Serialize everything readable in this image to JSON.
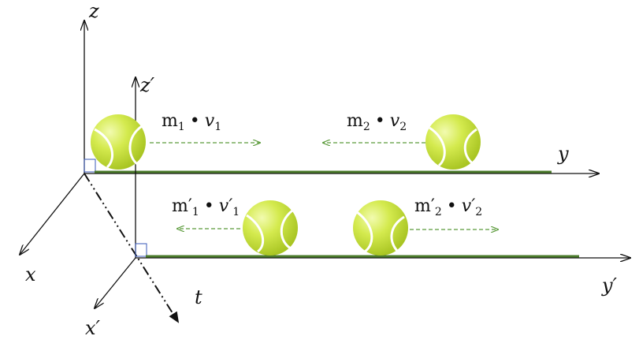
{
  "axes": {
    "upper": {
      "vertical": "z",
      "horizontal": "y",
      "depth": "x"
    },
    "lower": {
      "vertical": "z′",
      "horizontal": "y′",
      "depth": "x′"
    },
    "time": "t"
  },
  "labels": {
    "upper_left": {
      "mass": "m",
      "sub": "1",
      "dot": "•",
      "vel": "v",
      "vsub": "1"
    },
    "upper_right": {
      "mass": "m",
      "sub": "2",
      "dot": "•",
      "vel": "v",
      "vsub": "2"
    },
    "lower_left": {
      "mass": "m′",
      "sub": "1",
      "dot": "•",
      "vel": "v′",
      "vsub": "1"
    },
    "lower_right": {
      "mass": "m′",
      "sub": "2",
      "dot": "•",
      "vel": "v′",
      "vsub": "2"
    }
  },
  "colors": {
    "axis": "#111111",
    "floor_line": "#4a7a2a",
    "arrow": "#5a9a3a",
    "ball": "#c8e040",
    "ball_highlight": "#f2fbb0",
    "ball_seam": "#ffffff"
  },
  "icons": [
    "tennis-ball-icon"
  ]
}
